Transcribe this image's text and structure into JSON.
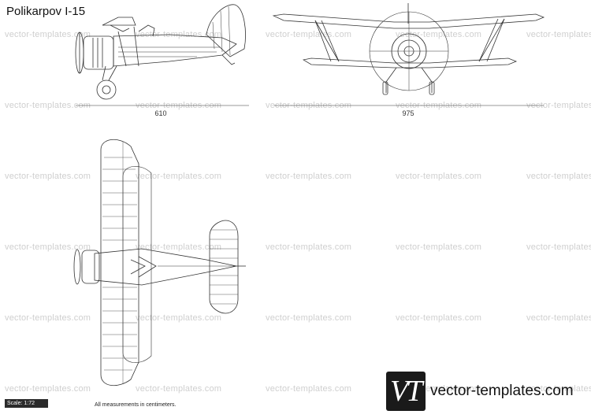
{
  "title": "Polikarpov I-15",
  "watermark_text": "vector-templates.com",
  "dimensions": {
    "side_length": "610",
    "front_span": "975"
  },
  "scale_label": "Scale: 1:72",
  "note": "All measurements in centimeters.",
  "logo": {
    "mark": "VT",
    "site": "vector-templates.com"
  },
  "colors": {
    "line": "#333333",
    "watermark": "#cfcfcf",
    "logo_bg": "#1a1a1a"
  }
}
